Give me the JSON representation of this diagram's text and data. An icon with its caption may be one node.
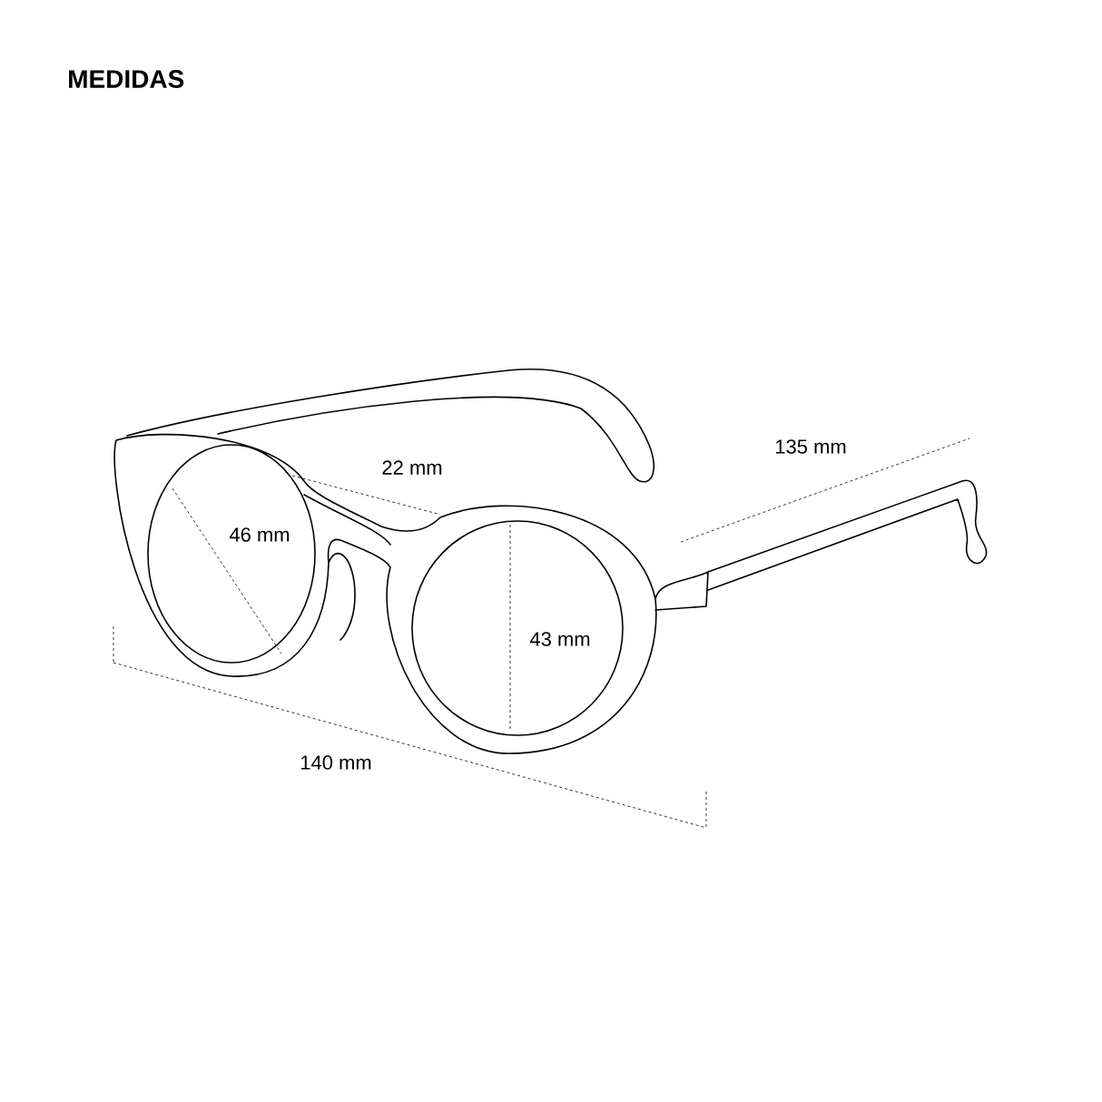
{
  "diagram": {
    "title": "MEDIDAS",
    "labels": [
      "135 mm",
      "22 mm",
      "46 mm",
      "43 mm",
      "140 mm"
    ]
  }
}
